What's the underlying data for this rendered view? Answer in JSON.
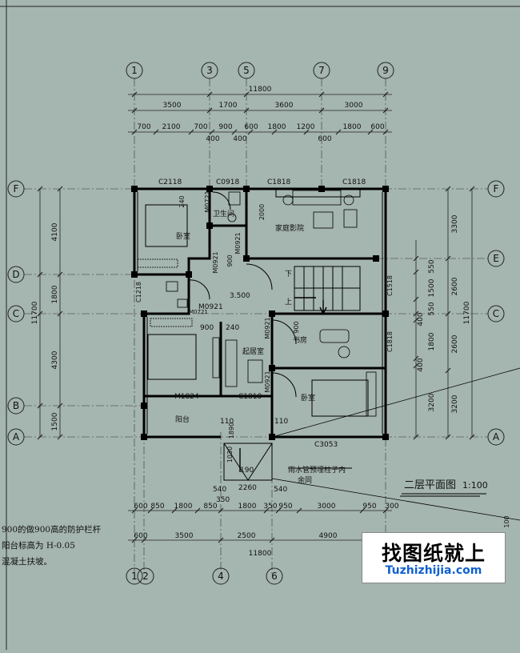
{
  "title": "二层平面图",
  "scale": "1:100",
  "axes": {
    "top": [
      "1",
      "3",
      "5",
      "7",
      "9"
    ],
    "bottom": [
      "1",
      "2",
      "4",
      "6"
    ],
    "left": [
      "F",
      "D",
      "C",
      "B",
      "A"
    ],
    "right": [
      "F",
      "E",
      "C",
      "A"
    ]
  },
  "dims": {
    "top_total": "11800",
    "top_row1": [
      "3500",
      "1700",
      "3600",
      "3000"
    ],
    "top_row2": [
      "700",
      "2100",
      "700",
      "900",
      "600",
      "1800",
      "1200",
      "1800",
      "600"
    ],
    "top_row3": [
      "400",
      "400",
      "600"
    ],
    "bottom_row1": [
      "600",
      "850",
      "1800",
      "850",
      "1800",
      "350",
      "950",
      "3000",
      "950",
      "300"
    ],
    "bottom_row2": [
      "600",
      "3500",
      "2500",
      "4900"
    ],
    "bottom_total": "11800",
    "left_total": "11700",
    "left_parts": [
      "4100",
      "1800",
      "4300",
      "1500"
    ],
    "right_total": "11700",
    "right_outer": [
      "3300",
      "2600",
      "2600",
      "3200"
    ],
    "right_inner": [
      "550",
      "1500",
      "550",
      "400",
      "1800",
      "400",
      "3200"
    ]
  },
  "rooms": {
    "bedroom_nw": "卧室",
    "bathroom": "卫生间",
    "home_theater": "家庭影院",
    "study": "书房",
    "living": "起居室",
    "bedroom_se": "卧室",
    "balcony": "阳台"
  },
  "labels": {
    "c2118": "C2118",
    "c0918": "C0918",
    "c1818a": "C1818",
    "c1818b": "C1818",
    "c1218": "C1218",
    "c1518": "C1518",
    "c1818c": "C1818",
    "c1818d": "C1818",
    "c3053": "C3053",
    "m0721": "M0721",
    "m0921a": "M0921",
    "m0921b": "M0921",
    "m0921c": "M0921",
    "m0921d": "M0921",
    "m0921e": "M0921",
    "m0721b": "M0721",
    "m1824": "M1824",
    "level": "3.500",
    "down": "下",
    "up": "上",
    "rain_note_1": "雨水管预埋柱子内",
    "rain_note_2": "余同",
    "d2000": "2000",
    "d240a": "240",
    "d900a": "900",
    "d240b": "240",
    "d900b": "900",
    "d900c": "900",
    "d110a": "110",
    "d110b": "110",
    "d1890": "1890",
    "d540a": "540",
    "d2260": "2260",
    "d540b": "540",
    "d350": "350",
    "d190": "190",
    "d1030": "1030",
    "d100": "100"
  },
  "notes": [
    "900的做900高的防护栏杆",
    "阳台标高为  H-0.05",
    "混凝土扶坡。"
  ],
  "watermark": {
    "cn": "找图纸就上",
    "url": "Tuzhizhijia.com"
  }
}
